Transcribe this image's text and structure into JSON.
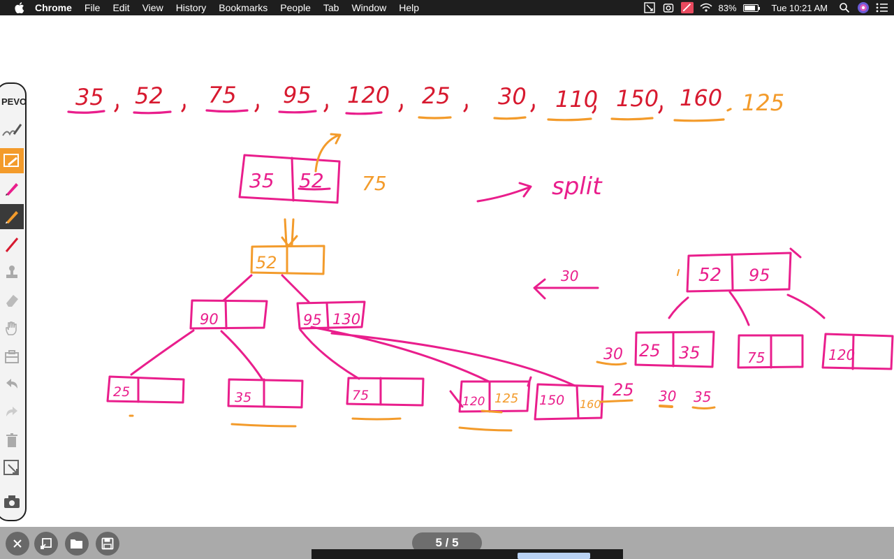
{
  "menubar": {
    "app_name": "Chrome",
    "items": [
      "File",
      "Edit",
      "View",
      "History",
      "Bookmarks",
      "People",
      "Tab",
      "Window",
      "Help"
    ],
    "battery_percent": "83%",
    "battery_level": 0.83,
    "clock": "Tue 10:21 AM",
    "icons": [
      "apple-icon",
      "screen-capture-icon",
      "screenshot-icon",
      "annotate-app-icon",
      "wifi-icon",
      "battery-icon",
      "spotlight-search-icon",
      "siri-icon",
      "notification-center-icon"
    ]
  },
  "toolbar": {
    "brand": "PEVO",
    "tools": [
      "pen-pencil-icon",
      "whiteboard-icon",
      "pink-highlighter-icon",
      "orange-pen-icon",
      "red-pen-icon",
      "stamp-icon",
      "eraser-icon",
      "hand-pan-icon",
      "clear-icon",
      "undo-icon",
      "redo-icon",
      "trash-icon",
      "capture-icon",
      "camera-icon",
      "collapse-chevron-icon"
    ],
    "colors": {
      "accent_orange": "#f39b2b",
      "pink": "#e91e8c",
      "red": "#d7192f"
    }
  },
  "whiteboard": {
    "sequence": [
      "35",
      "52",
      "75",
      "95",
      "120",
      "25",
      "30",
      "110",
      "150",
      "160",
      "125"
    ],
    "top_node": [
      "35",
      "52"
    ],
    "side_value": "75",
    "split_label": "split",
    "root_node": "52",
    "level2_left": "90",
    "level2_right": [
      "95",
      "130"
    ],
    "leaves": [
      "25",
      "35",
      "75",
      "120",
      "125",
      "150",
      "160"
    ],
    "right_tree_root": [
      "52",
      "95"
    ],
    "right_tree_children": [
      [
        "25",
        "35"
      ],
      [
        "75"
      ],
      [
        "120"
      ]
    ],
    "arrow_label": "30",
    "aside_values": [
      "30",
      "25",
      "30",
      "35"
    ]
  },
  "bottombar": {
    "page_indicator": "5 / 5",
    "buttons": [
      "exit-button",
      "add-page-button",
      "open-folder-button",
      "save-button"
    ]
  }
}
